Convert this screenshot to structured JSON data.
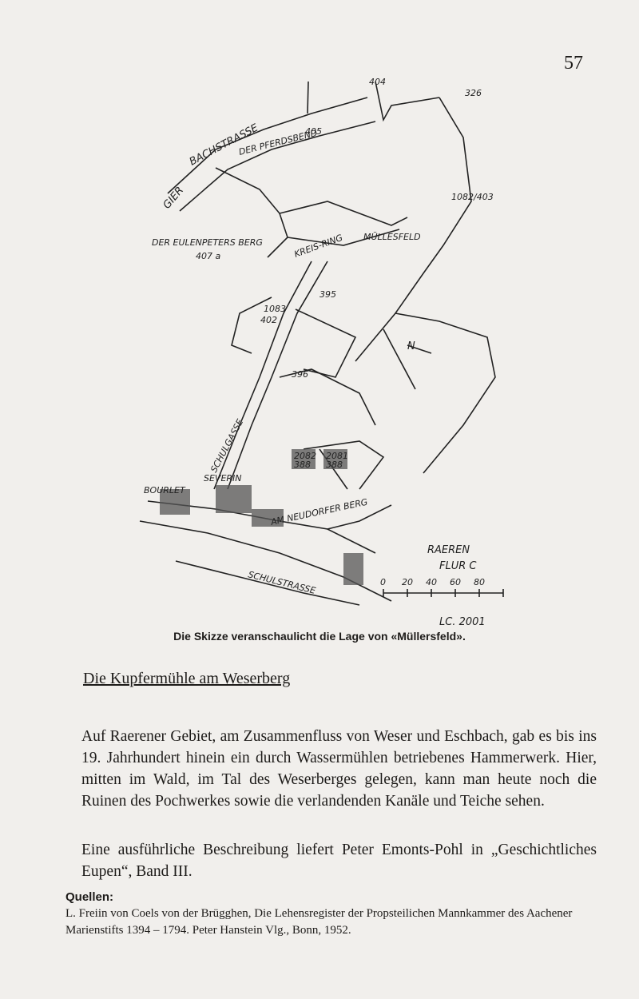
{
  "page_number": "57",
  "figure": {
    "labels": {
      "bachstrasse": "BACHSTRASSE",
      "pferdsbend": "DER PFERDSBEND",
      "gier": "GIER",
      "eulenpeters": "DER EULENPETERS BERG",
      "kreisring": "KREIS-RING",
      "muellesfeld": "MÜLLESFELD",
      "parcel_404": "404",
      "parcel_405": "405",
      "parcel_326": "326",
      "parcel_1082": "1082/403",
      "parcel_407a": "407 a",
      "parcel_395": "395",
      "parcel_1083": "1083",
      "parcel_402": "402",
      "parcel_396": "396",
      "parcel_2082": "2082",
      "parcel_388": "388",
      "parcel_2081": "2081",
      "parcel_388b": "388",
      "north": "N",
      "bourlet": "BOURLET",
      "severin": "SEVERIN",
      "neudorfer": "AM NEUDORFER BERG",
      "gasse": "SCHULGASSE",
      "schulstrasse": "SCHULSTRASSE",
      "raeren": "RAEREN",
      "flur": "FLUR C",
      "scale_ticks": [
        "0",
        "20",
        "40",
        "60",
        "80"
      ],
      "year": "LC. 2001"
    },
    "caption": "Die Skizze veranschaulicht die Lage von «Müllersfeld»."
  },
  "section": {
    "heading": "Die Kupfermühle am Weserberg",
    "paragraphs": [
      "Auf Raerener Gebiet, am Zusammenfluss von Weser und Eschbach, gab es bis ins 19. Jahrhundert hinein ein durch Wassermühlen betriebenes Hammerwerk. Hier, mitten im Wald, im Tal des Weserberges gelegen, kann man heute noch die Ruinen des Pochwerkes sowie die verlandenden Kanäle und Teiche sehen.",
      "Eine ausführliche Beschreibung liefert Peter Emonts-Pohl in „Geschichtliches Eupen“, Band III."
    ]
  },
  "sources": {
    "label": "Quellen:",
    "text": "L. Freiin von Coels von der Brügghen, Die Lehensregister der Propsteilichen Mannkammer des Aachener Marienstifts 1394 – 1794. Peter Hanstein Vlg., Bonn, 1952."
  }
}
